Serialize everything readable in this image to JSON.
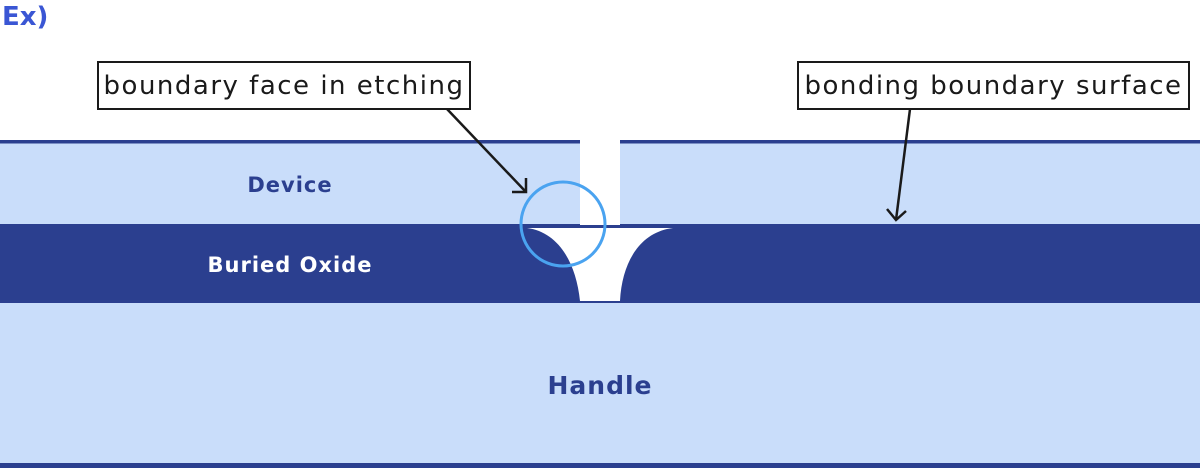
{
  "heading": "Ex)",
  "callouts": {
    "etching": "boundary face in etching",
    "bonding": "bonding boundary surface"
  },
  "layers": {
    "device": "Device",
    "oxide": "Buried Oxide",
    "handle": "Handle"
  },
  "colors": {
    "light_layer": "#c9ddfa",
    "dark_layer": "#2b3f8f",
    "highlight_circle": "#4aa3f0",
    "heading": "#3a56d4"
  }
}
